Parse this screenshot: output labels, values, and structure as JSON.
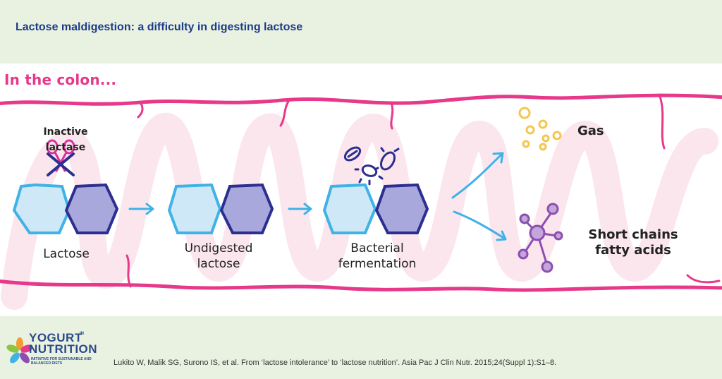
{
  "header": {
    "title": "Lactose maldigestion: a difficulty in digesting lactose"
  },
  "diagram": {
    "section_title": "In the colon...",
    "nodes": {
      "inactive_lactase": "Inactive lactase",
      "lactose": "Lactose",
      "undigested_line1": "Undigested",
      "undigested_line2": "lactose",
      "bacterial_line1": "Bacterial",
      "bacterial_line2": "fermentation",
      "gas": "Gas",
      "scfa_line1": "Short chains",
      "scfa_line2": "fatty acids"
    },
    "colors": {
      "colon_border": "#e6398a",
      "colon_wave": "#fbe6ee",
      "glucose_fill": "#cfe8f7",
      "glucose_stroke": "#3fb2e6",
      "galactose_fill": "#a9a8dc",
      "galactose_stroke": "#2c2f8f",
      "arrow": "#3fb2e6",
      "gas_bubble": "#f5c64f",
      "molecule": "#8a4fb0",
      "scissors": "#d6339b"
    },
    "icons": [
      "scissors-icon",
      "cross-icon",
      "bacteria-icon",
      "gas-bubbles-icon",
      "molecule-icon"
    ]
  },
  "footer": {
    "logo": {
      "line1": "YOGURT",
      "in": "IN",
      "line2": "NUTRITION",
      "tagline": "INITIATIVE FOR SUSTAINABLE AND BALANCED DIETS"
    },
    "citation": "Lukito W, Malik SG, Surono IS, et al. From ‘lactose intolerance’ to ‘lactose nutrition’. Asia Pac J Clin Nutr. 2015;24(Suppl 1):S1–8."
  }
}
